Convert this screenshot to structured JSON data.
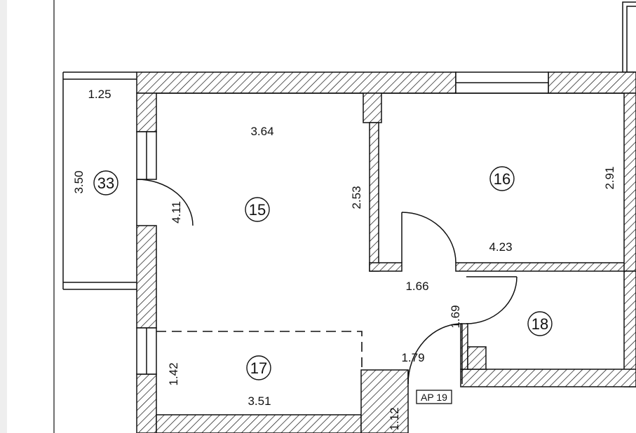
{
  "plan": {
    "rooms": [
      {
        "number": "33"
      },
      {
        "number": "15"
      },
      {
        "number": "16"
      },
      {
        "number": "17"
      },
      {
        "number": "18"
      }
    ],
    "dimensions": [
      "1.25",
      "3.50",
      "4.11",
      "3.64",
      "2.53",
      "2.91",
      "4.23",
      "1.66",
      "1.69",
      "1.79",
      "1.42",
      "3.51",
      "1.12"
    ],
    "apartment_tag": "AP 19"
  }
}
